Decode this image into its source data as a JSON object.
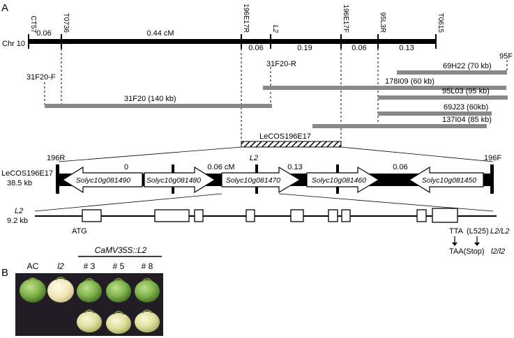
{
  "panel_a_label": "A",
  "panel_b_label": "B",
  "chromosome": {
    "name": "Chr 10",
    "markers": [
      "CT57",
      "T0736",
      "196E17R",
      "L2",
      "196E17F",
      "95L3R",
      "T0615"
    ],
    "distances": [
      "0.06",
      "0.44 cM",
      "0.06",
      "0.19",
      "0.06",
      "0.13"
    ]
  },
  "clones": {
    "c95F": "95F",
    "c69H22": "69H22 (70 kb)",
    "c178I09": "178I09 (60 kb)",
    "c95L03": "95L03 (95 kb)",
    "c69J23": "69J23 (60kb)",
    "c137I04": "137I04 (85 kb)",
    "c31F20": "31F20 (140 kb)",
    "c31F20F": "31F20-F",
    "c31F20R": "31F20-R",
    "lecos": "LeCOS196E17"
  },
  "cosmid": {
    "name": "LeCOS196E17",
    "size": "38.5 kb",
    "left_end": "196R",
    "right_end": "196F",
    "l2_marker": "L2",
    "distances": [
      "0",
      "0.06 cM",
      "0.13",
      "0.06"
    ],
    "genes": [
      "Solyc10g081490",
      "Solyc10g081480",
      "Solyc10g081470",
      "Solyc10g081460",
      "Solyc10g081450"
    ]
  },
  "gene_model": {
    "name": "L2",
    "size": "9.2 kb",
    "atg": "ATG",
    "codon_wt": "TTA",
    "mutation_pos": "(L525)",
    "codon_mut": "TAA(Stop)",
    "genotype_wt": "L2/L2",
    "genotype_mut": "l2/l2"
  },
  "photo": {
    "transgene": "CaMV35S::L2",
    "labels": [
      "AC",
      "l2",
      "# 3",
      "# 5",
      "# 8"
    ]
  }
}
